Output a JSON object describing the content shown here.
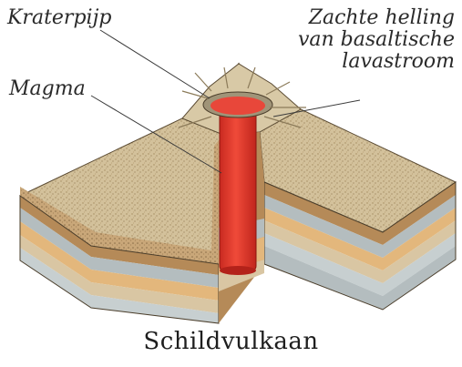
{
  "labels": {
    "kraterpijp": "Kraterpijp",
    "magma": "Magma",
    "helling": [
      "Zachte helling",
      "van basaltische",
      "lavastroom"
    ]
  },
  "caption": "Schildvulkaan",
  "colors": {
    "magma": "#e23b2e",
    "surface": "#d8c9a6",
    "soil": "#c7a87a",
    "layer_orange": "#e3b77c",
    "layer_grey": "#b4bdbf",
    "layer_tan": "#d9b88a"
  }
}
